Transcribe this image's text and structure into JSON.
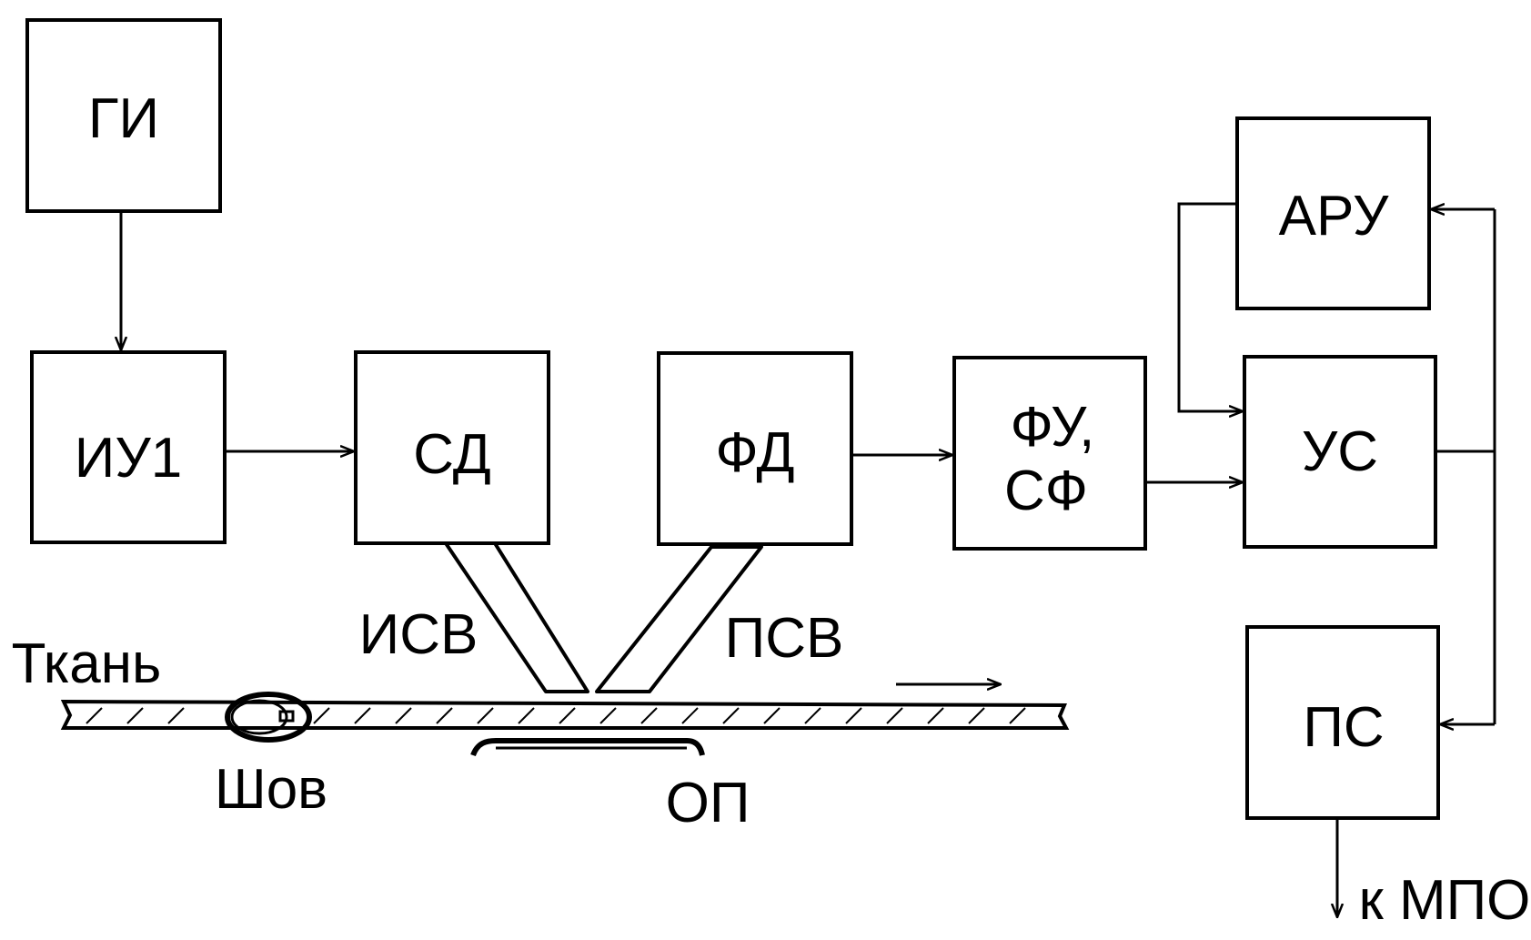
{
  "blocks": {
    "gi": "ГИ",
    "iu1": "ИУ1",
    "sd": "СД",
    "fd": "ФД",
    "fu_sf_line1": "ФУ,",
    "fu_sf_line2": "СФ",
    "aru": "АРУ",
    "us": "УС",
    "ps": "ПС"
  },
  "labels": {
    "isv": "ИСВ",
    "psv": "ПСВ",
    "fabric": "Ткань",
    "seam": "Шов",
    "op": "ОП",
    "output": "к МПО"
  },
  "colors": {
    "line": "#000000",
    "background": "#ffffff"
  }
}
